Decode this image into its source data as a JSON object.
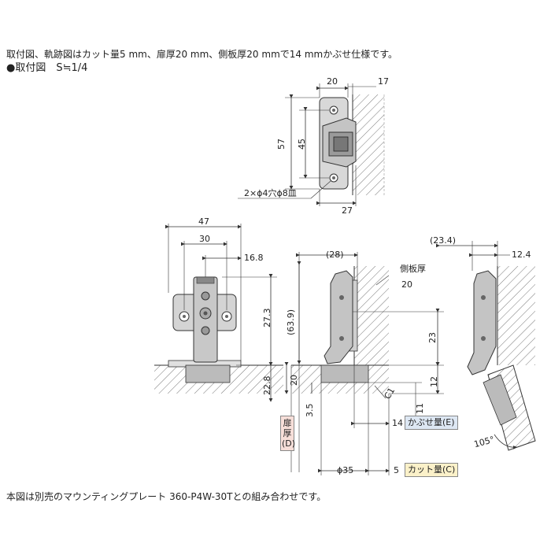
{
  "header": {
    "description": "取付図、軌跡図はカット量5 mm、扉厚20 mm、側板厚20 mmで14 mmかぶせ仕様です。",
    "section_title": "●取付図　S≒1/4"
  },
  "top_view": {
    "dim_20": "20",
    "dim_17": "17",
    "dim_57": "57",
    "dim_45": "45",
    "dim_27": "27",
    "hole_note": "2×ϕ4穴ϕ8皿"
  },
  "front_view": {
    "dim_47": "47",
    "dim_30": "30",
    "dim_16_8": "16.8",
    "dim_27_3": "27.3",
    "dim_22_8": "22.8"
  },
  "side_view": {
    "dim_28": "(28)",
    "side_panel_label": "側板厚",
    "side_panel_value": "20",
    "dim_63_9": "(63.9)",
    "dim_23": "23",
    "dim_20": "20",
    "dim_12": "12",
    "dim_11": "11",
    "dim_c1": "C1",
    "dim_3_5": "3.5",
    "dim_14": "14",
    "dim_phi35": "ϕ35",
    "dim_5": "5",
    "door_thickness_label": "扉厚(D)",
    "overlay_label": "かぶせ量(E)",
    "cut_label": "カット量(C)"
  },
  "open_view": {
    "dim_23_4": "(23.4)",
    "dim_12_4": "12.4",
    "angle": "105°"
  },
  "footer": {
    "note": "本図は別売のマウンティングプレート 360-P4W-30Tとの組み合わせです。"
  }
}
